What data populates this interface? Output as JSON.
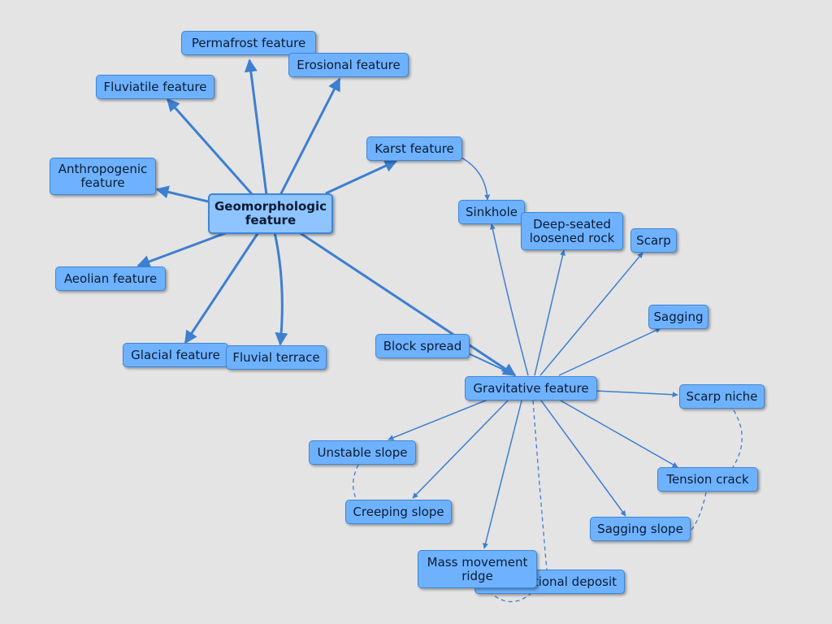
{
  "colors": {
    "background": "#e4e4e4",
    "node_fill": "#6eb2ff",
    "node_border": "#3e86d6",
    "edge": "#3d7fd0"
  },
  "nodes": {
    "geomorphologic": "Geomorphologic\nfeature",
    "permafrost": "Permafrost feature",
    "erosional": "Erosional feature",
    "fluviatile": "Fluviatile feature",
    "anthropogenic": "Anthropogenic\nfeature",
    "aeolian": "Aeolian feature",
    "glacial": "Glacial feature",
    "fluvial_terrace": "Fluvial terrace",
    "karst": "Karst feature",
    "sinkhole": "Sinkhole",
    "deep_seated": "Deep-seated\nloosened rock",
    "scarp": "Scarp",
    "sagging": "Sagging",
    "block_spread": "Block spread",
    "gravitative": "Gravitative feature",
    "scarp_niche": "Scarp niche",
    "unstable_slope": "Unstable slope",
    "creeping_slope": "Creeping slope",
    "tension_crack": "Tension crack",
    "sagging_slope": "Sagging slope",
    "depositional_deposit": "Depositional deposit",
    "mass_movement_ridge": "Mass movement\nridge"
  }
}
